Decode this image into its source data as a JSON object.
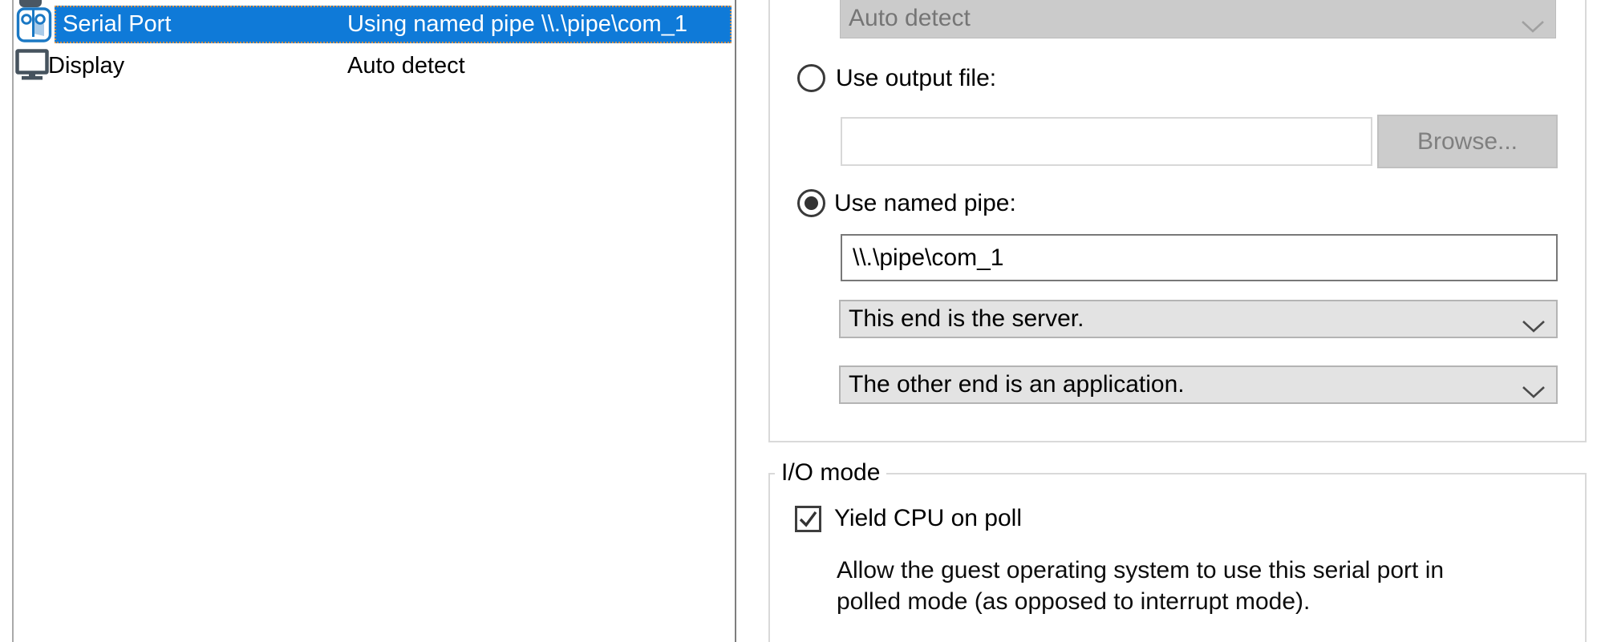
{
  "device_list": {
    "items": [
      {
        "name": "Serial Port",
        "summary": "Using named pipe \\\\.\\pipe\\com_1",
        "selected": true,
        "icon": "serial-port-icon"
      },
      {
        "name": "Display",
        "summary": "Auto detect",
        "selected": false,
        "icon": "display-icon"
      }
    ]
  },
  "connection_group": {
    "device_combo": {
      "value": "Auto detect",
      "disabled": true
    },
    "output_file": {
      "radio_label": "Use output file:",
      "selected": false,
      "path_value": "",
      "browse_label": "Browse...",
      "browse_disabled": true
    },
    "named_pipe": {
      "radio_label": "Use named pipe:",
      "selected": true,
      "pipe_value": "\\\\.\\pipe\\com_1",
      "near_end_combo_value": "This end is the server.",
      "far_end_combo_value": "The other end is an application."
    }
  },
  "io_mode_group": {
    "title": "I/O mode",
    "yield_checkbox": {
      "label": "Yield CPU on poll",
      "checked": true
    },
    "description_line1": "Allow the guest operating system to use this serial port in",
    "description_line2": "polled mode (as opposed to interrupt mode)."
  },
  "icons": {
    "serial_port": "serial-port-icon",
    "display": "display-icon",
    "chevron": "chevron-down-icon",
    "check": "check-icon"
  },
  "colors": {
    "selection_blue": "#0f7ad8",
    "selection_text": "#ffffff",
    "disabled_fill": "#cbcbcb",
    "disabled_text": "#757575",
    "combo_fill": "#e3e3e3",
    "group_border": "#d9d9d9",
    "serial_icon_blue": "#1a78c4",
    "display_icon_slate": "#46535e"
  }
}
